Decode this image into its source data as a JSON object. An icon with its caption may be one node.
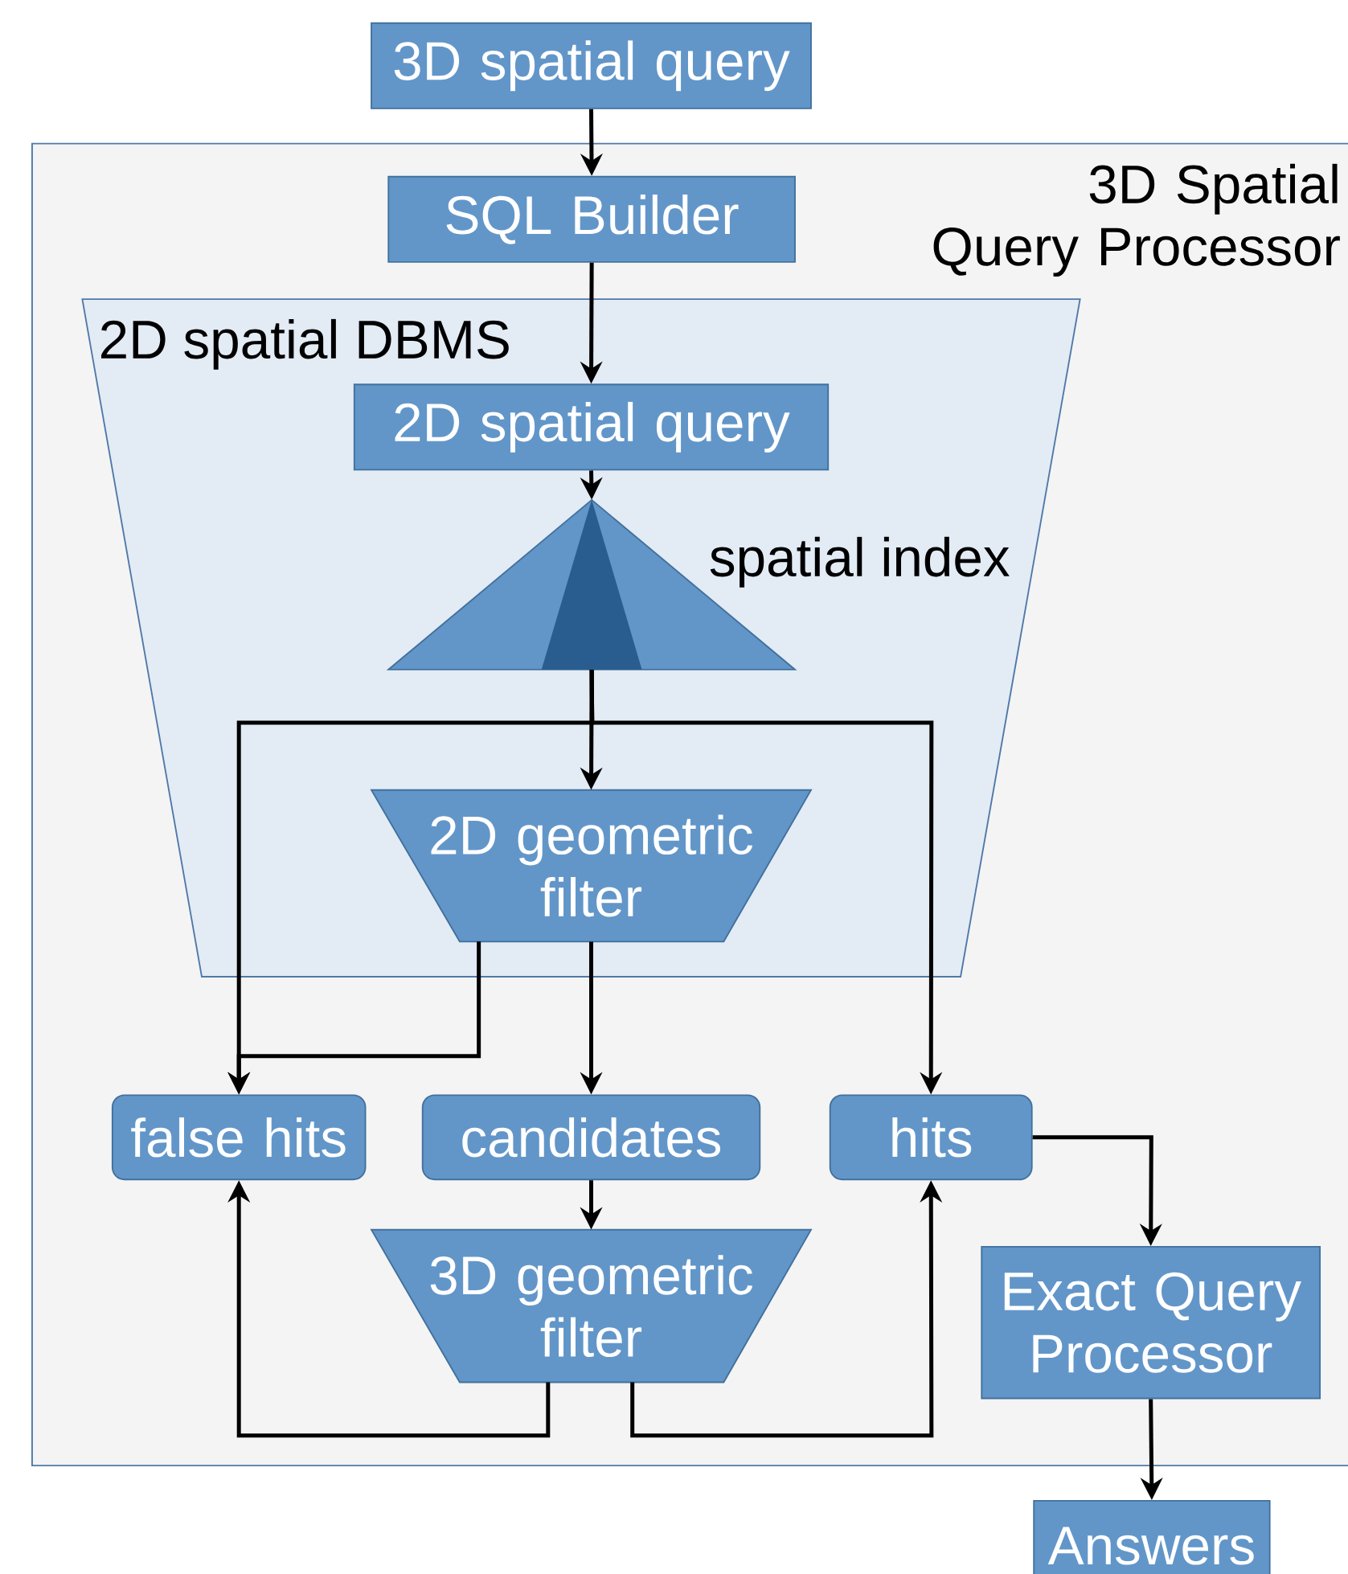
{
  "diagram": {
    "nodes": [
      {
        "text": [
          "3D spatial query"
        ]
      },
      {
        "text": [
          "3D Spatial Query Processor"
        ]
      },
      {
        "text": [
          "SQL Builder"
        ],
        "in": 1
      },
      {
        "text": [
          "2D spatial DBMS"
        ],
        "in": 1
      },
      {
        "text": [
          "2D spatial query"
        ],
        "in": 3
      },
      {
        "text": [],
        "shape": "triangle",
        "beside": [
          "spatial index"
        ],
        "in": 3
      },
      {
        "text": [
          "2D geometric filter"
        ],
        "in": 3
      },
      {
        "text": [
          "false hits"
        ],
        "in": 1
      },
      {
        "text": [
          "candidates"
        ],
        "in": 1
      },
      {
        "text": [
          "hits"
        ],
        "in": 1
      },
      {
        "text": [
          "3D geometric filter"
        ],
        "in": 1
      },
      {
        "text": [
          "Exact Query Processor"
        ],
        "in": 1
      },
      {
        "text": [
          "Answers"
        ]
      }
    ],
    "edges": [
      {
        "from": 0,
        "to": 2,
        "arrow": "to"
      },
      {
        "from": 2,
        "to": 4,
        "arrow": "to"
      },
      {
        "from": 4,
        "to": 5,
        "arrow": "to"
      },
      {
        "from": 5,
        "to": 6,
        "arrow": "to"
      },
      {
        "from": 5,
        "to": 7,
        "arrow": "to"
      },
      {
        "from": 5,
        "to": 9,
        "arrow": "to"
      },
      {
        "from": 6,
        "to": 7,
        "arrow": "to"
      },
      {
        "from": 6,
        "to": 8,
        "arrow": "to"
      },
      {
        "from": 8,
        "to": 10,
        "arrow": "to"
      },
      {
        "from": 10,
        "to": 7,
        "arrow": "to"
      },
      {
        "from": 10,
        "to": 9,
        "arrow": "to"
      },
      {
        "from": 9,
        "to": 11,
        "arrow": "to"
      },
      {
        "from": 11,
        "to": 12,
        "arrow": "to"
      }
    ]
  }
}
